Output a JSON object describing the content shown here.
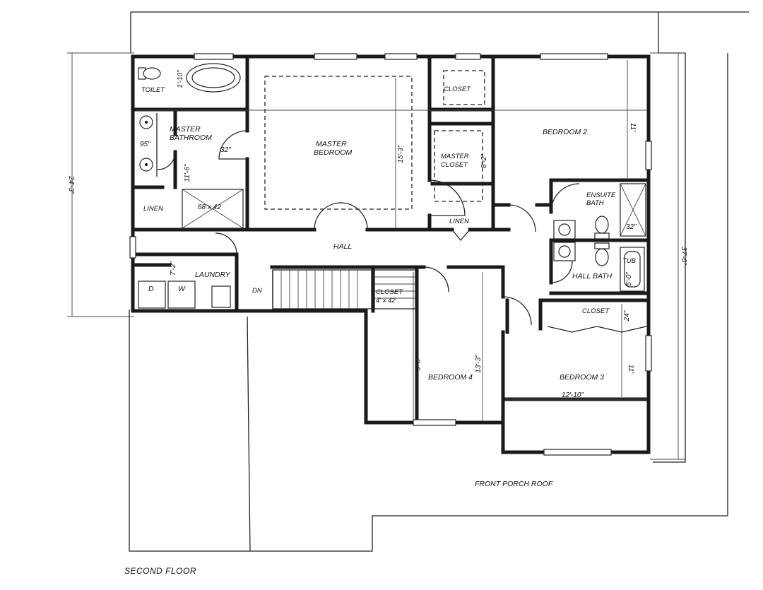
{
  "plan_title": "SECOND FLOOR",
  "porch_label": "FRONT PORCH ROOF",
  "rooms": {
    "toilet": "TOILET",
    "master_bath_1": "MASTER",
    "master_bath_2": "BATHROOM",
    "linen_left": "LINEN",
    "laundry": "LAUNDRY",
    "dryer": "D",
    "washer": "W",
    "master_bed_1": "MASTER",
    "master_bed_2": "BEDROOM",
    "closet_top": "CLOSET",
    "master_closet_1": "MASTER",
    "master_closet_2": "CLOSET",
    "linen_mid": "LINEN",
    "hall": "HALL",
    "stair_dn": "DN",
    "closet_stair_1": "CLOSET",
    "closet_stair_2": "4' x 42",
    "bedroom2": "BEDROOM 2",
    "ensuite_1": "ENSUITE",
    "ensuite_2": "BATH",
    "hall_bath": "HALL BATH",
    "tub": "TUB",
    "closet_right": "CLOSET",
    "bedroom3": "BEDROOM 3",
    "bedroom4": "BEDROOM 4"
  },
  "dimensions": {
    "overall_left": "24'-3\"",
    "overall_right": "37'-0\"",
    "vanity": "95\"",
    "door_32": "32\"",
    "bath_depth": "11'-6\"",
    "shower": "68 x 42",
    "bed_depth": "15'-3\"",
    "master_closet_w": "8'-2\"",
    "bed2_depth": "11'",
    "ensuite_shower": "32\"",
    "tub_len": "5'-0\"",
    "laundry_depth": "7'-2\"",
    "closet_right_depth": "24\"",
    "bed4_width": "9'-0\"",
    "bed4_depth": "13'-3\"",
    "bed3_depth": "11'",
    "bed3_width": "12'-10\"",
    "toilet_dim": "1'-10\""
  }
}
